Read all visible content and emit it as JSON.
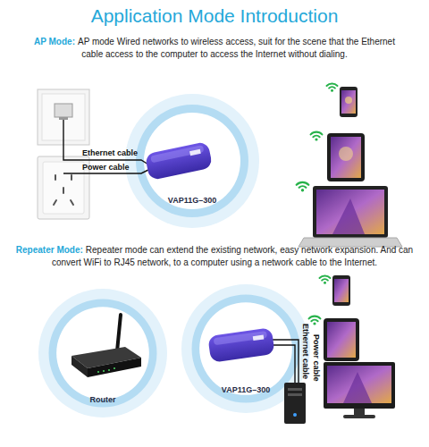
{
  "diagram": {
    "title": "Application Mode Introduction",
    "nodes": [
      {
        "text": [
          "VAP11G–300"
        ]
      },
      {
        "text": [
          "Router"
        ]
      },
      {
        "text": [
          "VAP11G–300"
        ]
      }
    ],
    "labels": [
      "AP Mode:",
      "AP mode Wired networks to wireless access, suit for the scene that the Ethernet cable access to the computer to access the Internet without dialing.",
      "Ethernet cable",
      "Power cable",
      "Repeater Mode:",
      "Repeater mode can extend the existing network, easy network expansion. And can convert WiFi to RJ45 network, to a computer using a network cable to the Internet.",
      "Ethernet cable",
      "Power cable"
    ]
  }
}
